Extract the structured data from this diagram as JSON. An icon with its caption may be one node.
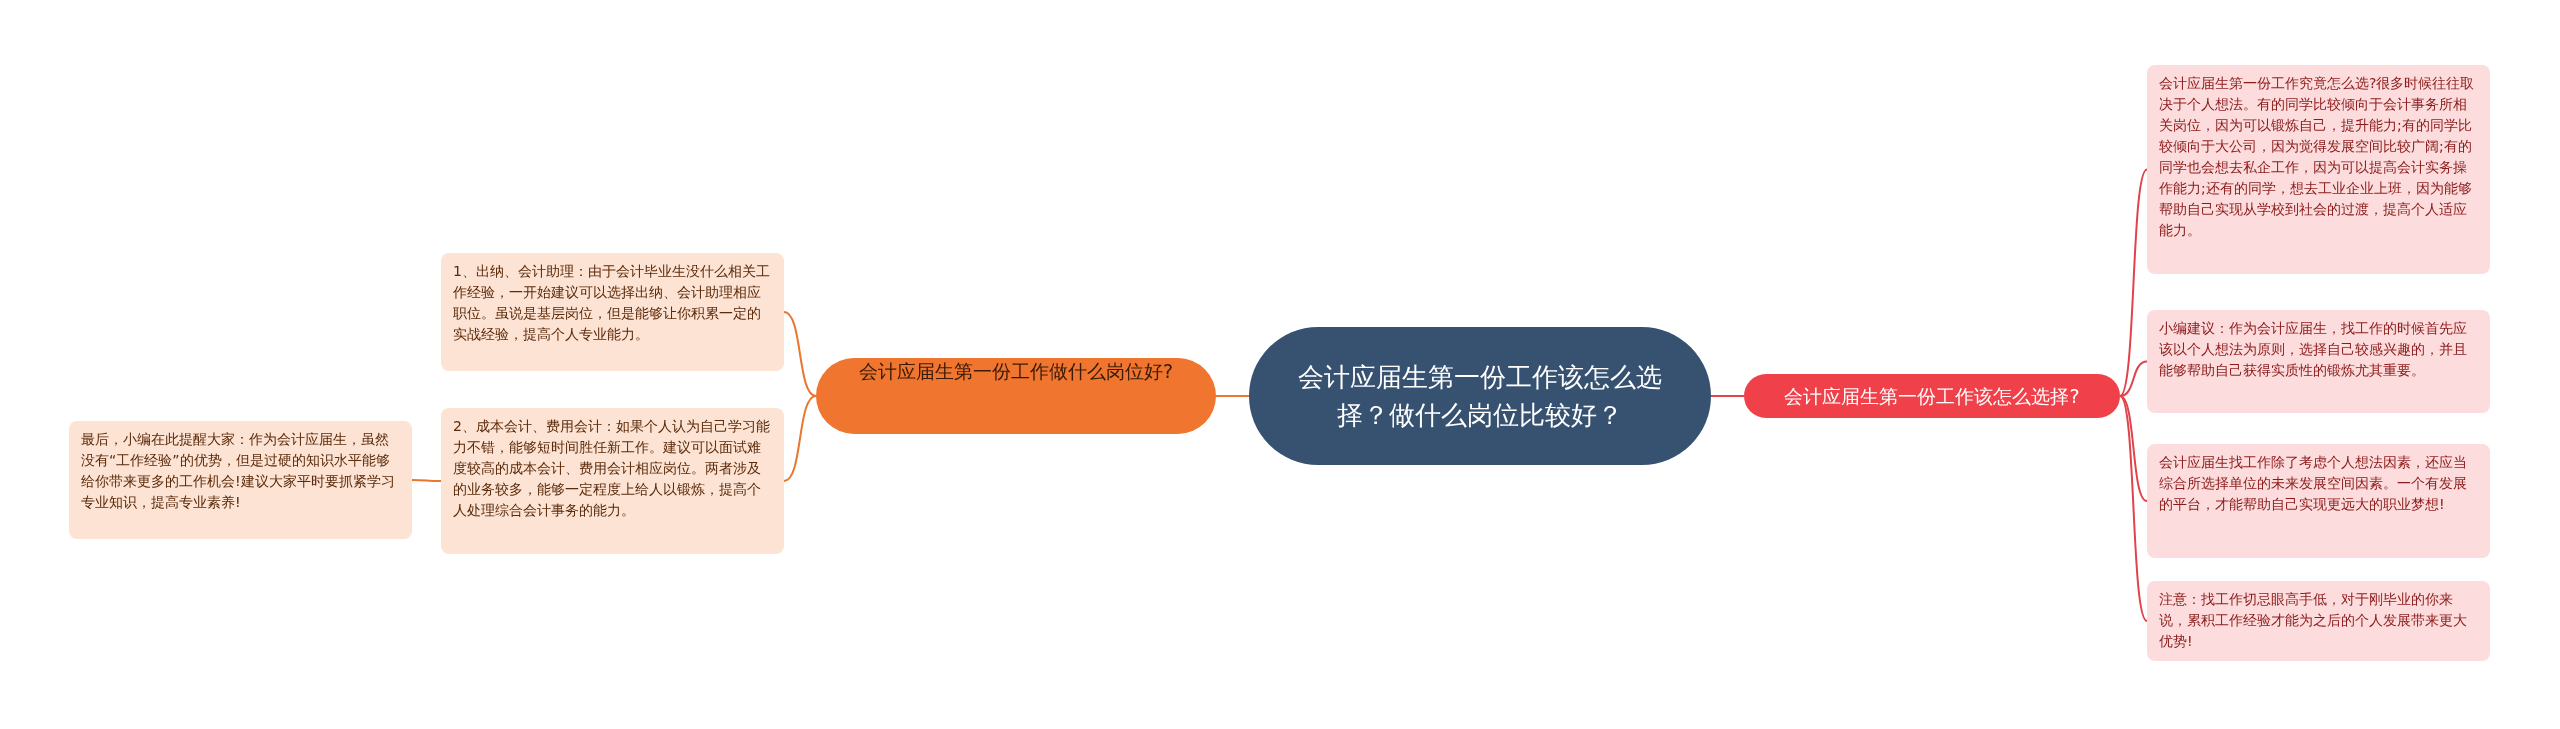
{
  "diagram": {
    "nodes": [
      {
        "text": [
          "会计应届生第一份工作该怎么选择？做什么岗位比较好？"
        ]
      },
      {
        "text": [
          "会计应届生第一份工作做什么岗位好?"
        ]
      },
      {
        "text": [
          "1、出纳、会计助理：由于会计毕业生没什么相关工作经验，一开始建议可以选择出纳、会计助理相应职位。虽说是基层岗位，但是能够让你积累一定的实战经验，提高个人专业能力。"
        ]
      },
      {
        "text": [
          "2、成本会计、费用会计：如果个人认为自己学习能力不错，能够短时间胜任新工作。建议可以面试难度较高的成本会计、费用会计相应岗位。两者涉及的业务较多，能够一定程度上给人以锻炼，提高个人处理综合会计事务的能力。"
        ]
      },
      {
        "text": [
          "最后，小编在此提醒大家：作为会计应届生，虽然没有“工作经验”的优势，但是过硬的知识水平能够给你带来更多的工作机会!建议大家平时要抓紧学习专业知识，提高专业素养!"
        ]
      },
      {
        "text": [
          "会计应届生第一份工作该怎么选择?"
        ]
      },
      {
        "text": [
          "会计应届生第一份工作究竟怎么选?很多时候往往取决于个人想法。有的同学比较倾向于会计事务所相关岗位，因为可以锻炼自己，提升能力;有的同学比较倾向于大公司，因为觉得发展空间比较广阔;有的同学也会想去私企工作，因为可以提高会计实务操作能力;还有的同学，想去工业企业上班，因为能够帮助自己实现从学校到社会的过渡，提高个人适应能力。"
        ]
      },
      {
        "text": [
          "小编建议：作为会计应届生，找工作的时候首先应该以个人想法为原则，选择自己较感兴趣的，并且能够帮助自己获得实质性的锻炼尤其重要。"
        ]
      },
      {
        "text": [
          "会计应届生找工作除了考虑个人想法因素，还应当综合所选择单位的未来发展空间因素。一个有发展的平台，才能帮助自己实现更远大的职业梦想!"
        ]
      },
      {
        "text": [
          "注意：找工作切忌眼高手低，对于刚毕业的你来说，累积工作经验才能为之后的个人发展带来更大优势!"
        ]
      }
    ],
    "edges": [
      {
        "from": 0,
        "to": 1,
        "arrow": "none"
      },
      {
        "from": 1,
        "to": 2,
        "arrow": "none"
      },
      {
        "from": 1,
        "to": 3,
        "arrow": "none"
      },
      {
        "from": 3,
        "to": 4,
        "arrow": "none"
      },
      {
        "from": 0,
        "to": 5,
        "arrow": "none",
        "color": "#e0434b"
      },
      {
        "from": 5,
        "to": 6,
        "arrow": "none",
        "color": "#e0434b"
      },
      {
        "from": 5,
        "to": 7,
        "arrow": "none",
        "color": "#e0434b"
      },
      {
        "from": 5,
        "to": 8,
        "arrow": "none",
        "color": "#e0434b"
      },
      {
        "from": 5,
        "to": 9,
        "arrow": "none",
        "color": "#e0434b"
      }
    ]
  }
}
